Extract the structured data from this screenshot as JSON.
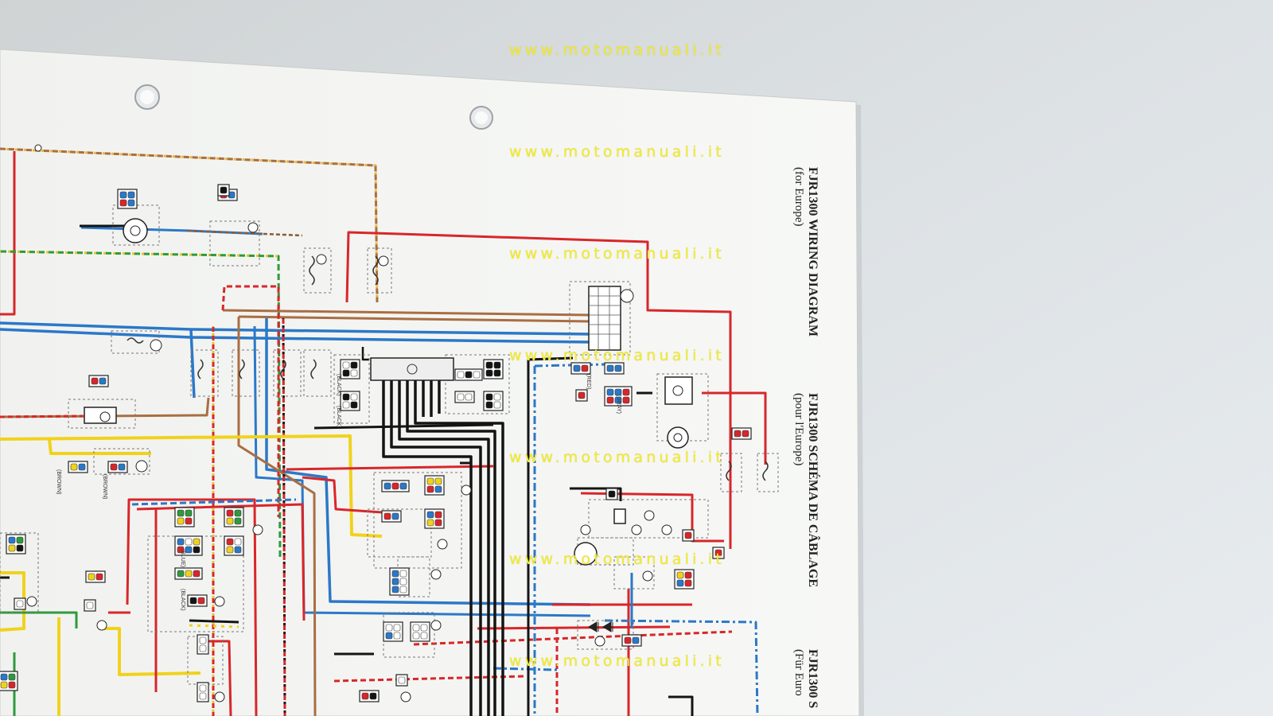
{
  "watermark": "www.motomanuali.it",
  "titles": {
    "en": {
      "main": "FJR1300 WIRING DIAGRAM",
      "sub": "(for Europe)"
    },
    "fr": {
      "main": "FJR1300 SCHÉMA DE CÂBLAGE",
      "sub": "(pour l'Europe)"
    },
    "de": {
      "main": "FJR1300 S",
      "sub": "(Für Euro"
    }
  },
  "connector_labels": [
    "(BLACK)",
    "(BLACK)",
    "(BROWN)",
    "(BROWN)",
    "(BLUE)",
    "(BLACK)",
    "(RED)",
    "(GRAY)"
  ],
  "colors": {
    "paper": "#f5f6f4",
    "background": "#dfe3e6",
    "wire_red": "#d8262a",
    "wire_blue": "#2b78c8",
    "wire_brown": "#a96e43",
    "wire_yellow": "#f0d21c",
    "wire_green": "#2e9a3c",
    "wire_black": "#141414",
    "watermark": "#f2ec2a"
  }
}
